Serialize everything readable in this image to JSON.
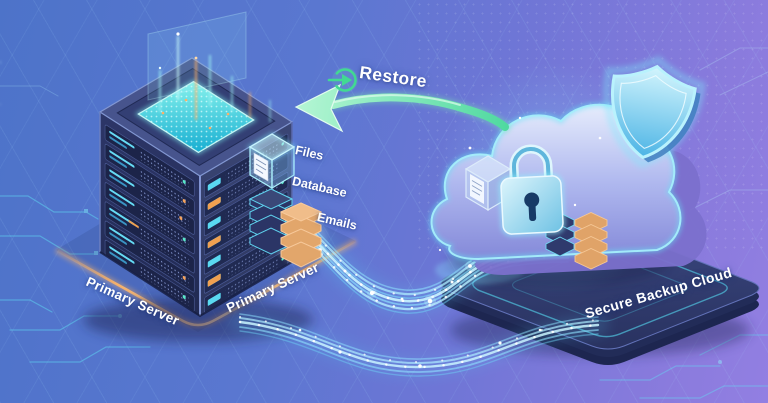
{
  "scene": {
    "description": "Isometric illustration of restoring data from a secure backup cloud to a primary server",
    "restore": {
      "label": "Restore",
      "icon": "restore-login-circle-icon"
    },
    "data_types": [
      {
        "label": "Files",
        "icon": "file-cube-icon"
      },
      {
        "label": "Database",
        "icon": "database-stack-blue-icon"
      },
      {
        "label": "Emails",
        "icon": "database-stack-orange-icon"
      }
    ],
    "server": {
      "label_left": "Primary Server",
      "label_right": "Primary Server"
    },
    "cloud": {
      "label": "Secure Backup Cloud",
      "icons": [
        "cloud-icon",
        "padlock-icon",
        "shield-icon",
        "file-cube-icon",
        "database-stacks-icon"
      ]
    },
    "colors": {
      "background_left": "#4d73c9",
      "background_right": "#8a7bdd",
      "accent_cyan": "#66dcf5",
      "accent_orange": "#f2a95f",
      "accent_green": "#42d993",
      "server_body": "#28305f",
      "label_text": "#ffffff"
    }
  }
}
